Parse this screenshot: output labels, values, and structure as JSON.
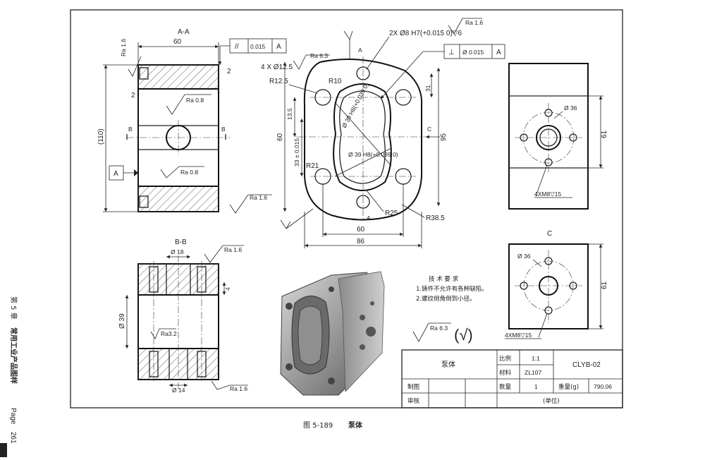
{
  "side_header": {
    "chapter": "第 5 章",
    "chapter_title": "常用工业产品图样",
    "page_label": "Page",
    "page_number": "261"
  },
  "caption": {
    "figure_number": "图 5-189",
    "figure_title": "泵体"
  },
  "views": {
    "section_aa": {
      "title": "A-A",
      "dim_width": "60",
      "dim_height": "(110)",
      "dim_2a": "2",
      "dim_2b": "2",
      "ra_top": "Ra 1.6",
      "ra_mid": "Ra 0.8",
      "ra_mid2": "Ra 0.8",
      "ra_bottom": "Ra 1.6",
      "parallel_symbol": "//",
      "parallel_tol": "0.015",
      "parallel_datum": "A",
      "datum_a": "A",
      "section_b_left": "B",
      "section_b_right": "B"
    },
    "front": {
      "holes_note": "4 X Ø12.5",
      "ra_63": "Ra 6.3",
      "r_125": "R12.5",
      "r_10": "R10",
      "pin_holes": "2X Ø8 H7(+0.015 0)▽6",
      "ra_16": "Ra 1.6",
      "perp_symbol": "⊥",
      "perp_tol": "Ø 0.015",
      "perp_datum": "A",
      "arrow_a_top": "A",
      "arrow_a_bottom": "A",
      "arrow_c": "C",
      "dim_135": "13.5",
      "dim_33": "33 ± 0.015",
      "dim_60v": "60",
      "dim_31": "31",
      "dim_95": "95",
      "bore_1": "Ø 39 H8(+0.039 0)",
      "bore_2": "Ø 39 H8(+0.039 0)",
      "r_21": "R21",
      "r_25": "R25",
      "r_385": "R38.5",
      "dim_60h": "60",
      "dim_86": "86"
    },
    "side_top": {
      "dia_36": "Ø 36",
      "thread_note": "4XM8▽15",
      "dim_61": "61"
    },
    "view_c": {
      "title": "C",
      "dia_36": "Ø 36",
      "thread_note": "4XM8▽15",
      "dim_61": "61"
    },
    "section_bb": {
      "title": "B-B",
      "dia_18": "Ø 18",
      "dia_39": "Ø 39",
      "dia_14": "Ø 14",
      "ra_32": "Ra3.2",
      "ra_top": "Ra 1.6",
      "ra_bottom": "Ra 1.6",
      "dim_4": "4"
    }
  },
  "tech_requirements": {
    "title": "技 术 要 求",
    "line1": "1.铸件不允许有各种缺陷。",
    "line2": "2.螺纹倒角倒到小径。"
  },
  "general_roughness": {
    "value": "Ra 6.3",
    "symbol": "(√)"
  },
  "title_block": {
    "part_name": "泵体",
    "scale_label": "比例",
    "scale_value": "1:1",
    "material_label": "材料",
    "material_value": "ZL107",
    "drawing_number": "CLYB-02",
    "drawn_label": "制图",
    "qty_label": "数量",
    "qty_value": "1",
    "weight_label": "重量(g)",
    "weight_value": "790.06",
    "checked_label": "审核",
    "unit_label": "(单位)"
  }
}
